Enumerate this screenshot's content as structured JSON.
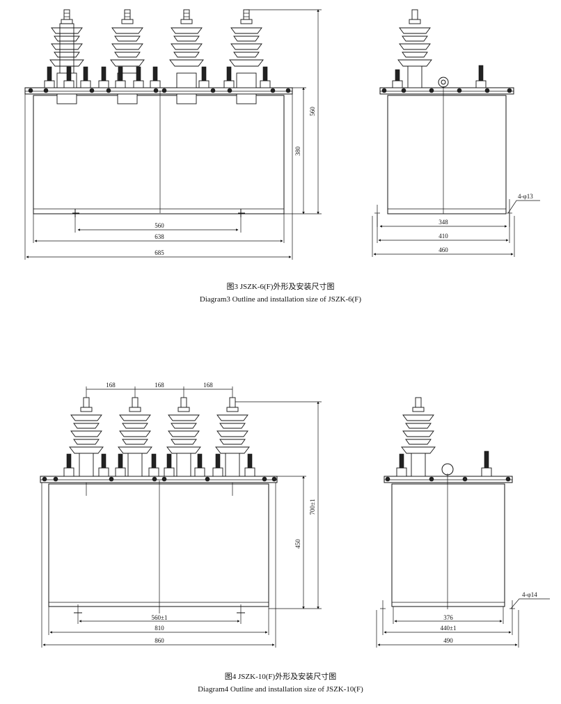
{
  "diagram3": {
    "caption_cn": "图3 JSZK-6(F)外形及安装尺寸图",
    "caption_en": "Diagram3 Outline and installation size of JSZK-6(F)",
    "front": {
      "d560_height": "560",
      "d380": "380",
      "d560_width": "560",
      "d638": "638",
      "d685": "685"
    },
    "side": {
      "holes": "4-φ13",
      "d348": "348",
      "d410": "410",
      "d460": "460"
    }
  },
  "diagram4": {
    "caption_cn": "图4 JSZK-10(F)外形及安装尺寸图",
    "caption_en": "Diagram4 Outline and installation size of JSZK-10(F)",
    "front": {
      "pitch1": "168",
      "pitch2": "168",
      "pitch3": "168",
      "d700": "700±1",
      "d450": "450",
      "d560": "560±1",
      "d810": "810",
      "d860": "860"
    },
    "side": {
      "holes": "4-φ14",
      "d376": "376",
      "d440": "440±1",
      "d490": "490"
    }
  }
}
